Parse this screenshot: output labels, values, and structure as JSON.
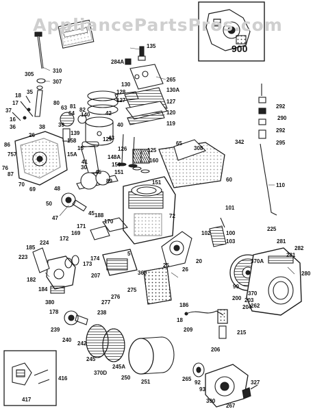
{
  "watermark": "AppliancePartsPros.com",
  "inset": {
    "label": "900"
  },
  "parts": [
    {
      "id": "p135",
      "label": "135"
    },
    {
      "id": "p284A",
      "label": "284A"
    },
    {
      "id": "p310",
      "label": "310"
    },
    {
      "id": "p305",
      "label": "305"
    },
    {
      "id": "p307",
      "label": "307"
    },
    {
      "id": "p265",
      "label": "265"
    },
    {
      "id": "p130",
      "label": "130"
    },
    {
      "id": "p128",
      "label": "128"
    },
    {
      "id": "p130A",
      "label": "130A"
    },
    {
      "id": "p127a",
      "label": "127"
    },
    {
      "id": "p127b",
      "label": "127"
    },
    {
      "id": "p120",
      "label": "120"
    },
    {
      "id": "p119",
      "label": "119"
    },
    {
      "id": "p18",
      "label": "18"
    },
    {
      "id": "p35",
      "label": "35"
    },
    {
      "id": "p17",
      "label": "17"
    },
    {
      "id": "p37",
      "label": "37"
    },
    {
      "id": "p16",
      "label": "16"
    },
    {
      "id": "p36",
      "label": "36"
    },
    {
      "id": "p38",
      "label": "38"
    },
    {
      "id": "p26",
      "label": "26"
    },
    {
      "id": "p80",
      "label": "80"
    },
    {
      "id": "p63",
      "label": "63"
    },
    {
      "id": "p81",
      "label": "81"
    },
    {
      "id": "p64",
      "label": "64"
    },
    {
      "id": "p82",
      "label": "82"
    },
    {
      "id": "p39",
      "label": "39"
    },
    {
      "id": "p139",
      "label": "139"
    },
    {
      "id": "p158",
      "label": "158"
    },
    {
      "id": "p15",
      "label": "15"
    },
    {
      "id": "p15A",
      "label": "15A"
    },
    {
      "id": "p140",
      "label": "140"
    },
    {
      "id": "p42",
      "label": "42"
    },
    {
      "id": "p40",
      "label": "40"
    },
    {
      "id": "p43",
      "label": "43"
    },
    {
      "id": "p41",
      "label": "41"
    },
    {
      "id": "p86",
      "label": "86"
    },
    {
      "id": "p757",
      "label": "757"
    },
    {
      "id": "p76",
      "label": "76"
    },
    {
      "id": "p87",
      "label": "87"
    },
    {
      "id": "p70",
      "label": "70"
    },
    {
      "id": "p69",
      "label": "69"
    },
    {
      "id": "p30",
      "label": "30"
    },
    {
      "id": "p45a",
      "label": "45"
    },
    {
      "id": "p89",
      "label": "89"
    },
    {
      "id": "p129",
      "label": "129"
    },
    {
      "id": "p126",
      "label": "126"
    },
    {
      "id": "p148A",
      "label": "148A"
    },
    {
      "id": "p125",
      "label": "125"
    },
    {
      "id": "p150",
      "label": "150"
    },
    {
      "id": "p160",
      "label": "160"
    },
    {
      "id": "p151a",
      "label": "151"
    },
    {
      "id": "p151b",
      "label": "151"
    },
    {
      "id": "p65",
      "label": "65"
    },
    {
      "id": "p308",
      "label": "308"
    },
    {
      "id": "p342",
      "label": "342"
    },
    {
      "id": "p60",
      "label": "60"
    },
    {
      "id": "p292a",
      "label": "292"
    },
    {
      "id": "p290",
      "label": "290"
    },
    {
      "id": "p292b",
      "label": "292"
    },
    {
      "id": "p295",
      "label": "295"
    },
    {
      "id": "p110",
      "label": "110"
    },
    {
      "id": "p48",
      "label": "48"
    },
    {
      "id": "p50",
      "label": "50"
    },
    {
      "id": "p47",
      "label": "47"
    },
    {
      "id": "p45b",
      "label": "45"
    },
    {
      "id": "p171",
      "label": "171"
    },
    {
      "id": "p188",
      "label": "188"
    },
    {
      "id": "p170",
      "label": "170"
    },
    {
      "id": "p72",
      "label": "72"
    },
    {
      "id": "p101",
      "label": "101"
    },
    {
      "id": "p225",
      "label": "225"
    },
    {
      "id": "p169",
      "label": "169"
    },
    {
      "id": "p172",
      "label": "172"
    },
    {
      "id": "p224",
      "label": "224"
    },
    {
      "id": "p102",
      "label": "102"
    },
    {
      "id": "p100",
      "label": "100"
    },
    {
      "id": "p103",
      "label": "103"
    },
    {
      "id": "p281a",
      "label": "281"
    },
    {
      "id": "p282",
      "label": "282"
    },
    {
      "id": "p185",
      "label": "185"
    },
    {
      "id": "p223",
      "label": "223"
    },
    {
      "id": "p174",
      "label": "174"
    },
    {
      "id": "p173",
      "label": "173"
    },
    {
      "id": "p5",
      "label": "5"
    },
    {
      "id": "p25",
      "label": "25"
    },
    {
      "id": "p26b",
      "label": "26"
    },
    {
      "id": "p20",
      "label": "20"
    },
    {
      "id": "p370A",
      "label": "370A"
    },
    {
      "id": "p281b",
      "label": "281"
    },
    {
      "id": "p280",
      "label": "280"
    },
    {
      "id": "p182",
      "label": "182"
    },
    {
      "id": "p207",
      "label": "207"
    },
    {
      "id": "p360",
      "label": "360"
    },
    {
      "id": "p184",
      "label": "184"
    },
    {
      "id": "p275",
      "label": "275"
    },
    {
      "id": "p90",
      "label": "90"
    },
    {
      "id": "p370",
      "label": "370"
    },
    {
      "id": "p262",
      "label": "262"
    },
    {
      "id": "p380",
      "label": "380"
    },
    {
      "id": "p277",
      "label": "277"
    },
    {
      "id": "p276",
      "label": "276"
    },
    {
      "id": "p200",
      "label": "200"
    },
    {
      "id": "p203",
      "label": "203"
    },
    {
      "id": "p178",
      "label": "178"
    },
    {
      "id": "p238",
      "label": "238"
    },
    {
      "id": "p186",
      "label": "186"
    },
    {
      "id": "p204",
      "label": "204"
    },
    {
      "id": "p18b",
      "label": "18"
    },
    {
      "id": "p239",
      "label": "239"
    },
    {
      "id": "p209",
      "label": "209"
    },
    {
      "id": "p240",
      "label": "240"
    },
    {
      "id": "p242",
      "label": "242"
    },
    {
      "id": "p215",
      "label": "215"
    },
    {
      "id": "p206",
      "label": "206"
    },
    {
      "id": "p245",
      "label": "245"
    },
    {
      "id": "p245A",
      "label": "245A"
    },
    {
      "id": "p416",
      "label": "416"
    },
    {
      "id": "p370D",
      "label": "370D"
    },
    {
      "id": "p250",
      "label": "250"
    },
    {
      "id": "p251",
      "label": "251"
    },
    {
      "id": "p265b",
      "label": "265"
    },
    {
      "id": "p92",
      "label": "92"
    },
    {
      "id": "p93",
      "label": "93"
    },
    {
      "id": "p327",
      "label": "327"
    },
    {
      "id": "p417",
      "label": "417"
    },
    {
      "id": "p390",
      "label": "390"
    },
    {
      "id": "p267",
      "label": "267"
    }
  ]
}
